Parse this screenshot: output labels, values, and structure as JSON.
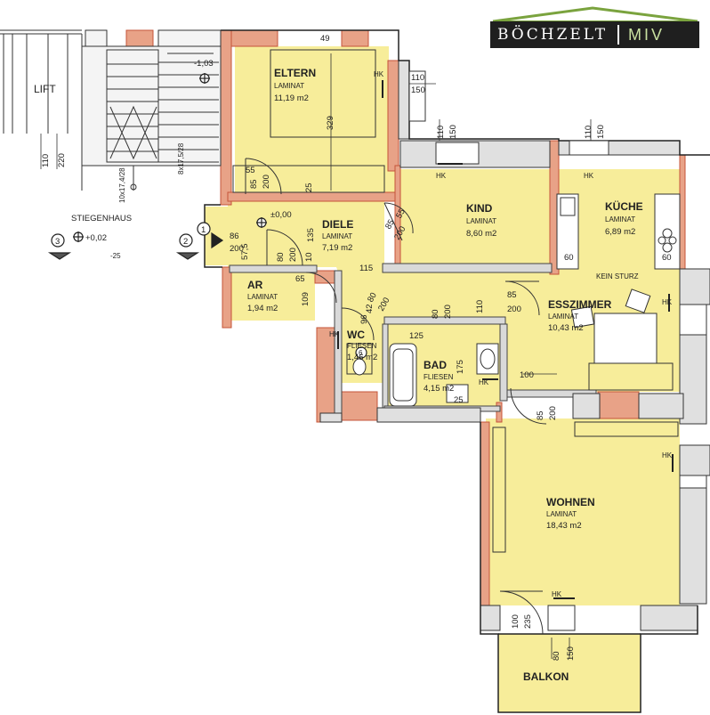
{
  "logo": {
    "left": "BÖCHZELT",
    "right": "MIV"
  },
  "rooms": {
    "eltern": {
      "name": "ELTERN",
      "floor": "LAMINAT",
      "area": "11,19 m2"
    },
    "kind": {
      "name": "KIND",
      "floor": "LAMINAT",
      "area": "8,60 m2"
    },
    "kueche": {
      "name": "KÜCHE",
      "floor": "LAMINAT",
      "area": "6,89 m2"
    },
    "diele": {
      "name": "DIELE",
      "floor": "LAMINAT",
      "area": "7,19 m2"
    },
    "ar": {
      "name": "AR",
      "floor": "LAMINAT",
      "area": "1,94 m2"
    },
    "wc": {
      "name": "WC",
      "floor": "FLIESEN",
      "area": "1,46 m2"
    },
    "bad": {
      "name": "BAD",
      "floor": "FLIESEN",
      "area": "4,15 m2"
    },
    "esszimmer": {
      "name": "ESSZIMMER",
      "floor": "LAMINAT",
      "area": "10,43 m2"
    },
    "wohnen": {
      "name": "WOHNEN",
      "floor": "LAMINAT",
      "area": "18,43 m2"
    },
    "balkon": {
      "name": "BALKON"
    }
  },
  "labels": {
    "lift": "LIFT",
    "stiegenhaus": "STIEGENHAUS",
    "stair1": "8x17,5/28",
    "stair2": "10x17,4/28",
    "kein_sturz": "KEIN STURZ",
    "hk": "HK",
    "elev_top": "-1,03",
    "elev_diele": "±0,00",
    "elev_stair": "+0,02",
    "marker1": "1",
    "marker2": "2",
    "marker3": "3",
    "marker6": "6",
    "minus25": "-25"
  },
  "dims": {
    "d49": "49",
    "d110": "110",
    "d150": "150",
    "d329": "329",
    "d220": "220",
    "d55": "55",
    "d85": "85",
    "d200": "200",
    "d25": "25",
    "d135": "135",
    "d60": "60",
    "d80": "80",
    "d65": "65",
    "d10": "10",
    "d109": "109",
    "d115": "115",
    "d125": "125",
    "d175": "175",
    "d100": "100",
    "d235": "235",
    "d57_5": "57,5",
    "d96": "96",
    "d42": "42"
  }
}
